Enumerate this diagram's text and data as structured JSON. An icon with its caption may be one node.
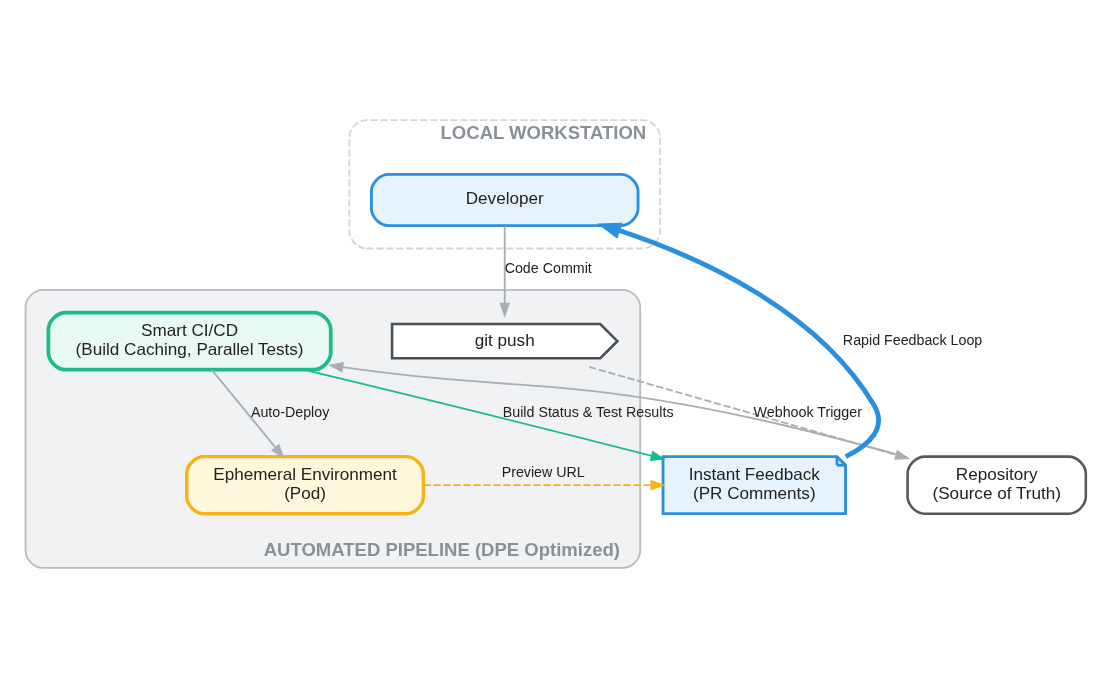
{
  "diagram": {
    "nodes": [
      {
        "text": [
          "LOCAL WORKSTATION"
        ]
      },
      {
        "text": [
          "Developer"
        ],
        "in": 0
      },
      {
        "text": [
          "AUTOMATED PIPELINE (DPE Optimized)"
        ]
      },
      {
        "text": [
          "Smart CI/CD",
          "(Build Caching, Parallel Tests)"
        ],
        "in": 2
      },
      {
        "text": [
          "git push"
        ],
        "in": 2
      },
      {
        "text": [
          "Ephemeral Environment",
          "(Pod)"
        ],
        "in": 2
      },
      {
        "text": [
          "Repository",
          "(Source of Truth)"
        ]
      },
      {
        "text": [
          "Instant Feedback",
          "(PR Comments)"
        ]
      }
    ],
    "edges": [
      {
        "from": 1,
        "to": 4,
        "arrow": "to",
        "label": "Code Commit"
      },
      {
        "from": 4,
        "to": 6,
        "arrow": "to",
        "style": "dashed"
      },
      {
        "from": 6,
        "to": 3,
        "arrow": "to",
        "label": "Webhook Trigger"
      },
      {
        "from": 3,
        "to": 5,
        "arrow": "to",
        "label": "Auto-Deploy"
      },
      {
        "from": 3,
        "to": 7,
        "arrow": "to",
        "label": "Build Status & Test Results",
        "color": "#1abc8c"
      },
      {
        "from": 5,
        "to": 7,
        "arrow": "to",
        "label": "Preview URL",
        "style": "dashed",
        "color": "#f5b316"
      },
      {
        "from": 7,
        "to": 1,
        "arrow": "to",
        "label": "Rapid Feedback Loop",
        "style": "thick",
        "color": "#2a8fdc"
      }
    ]
  }
}
